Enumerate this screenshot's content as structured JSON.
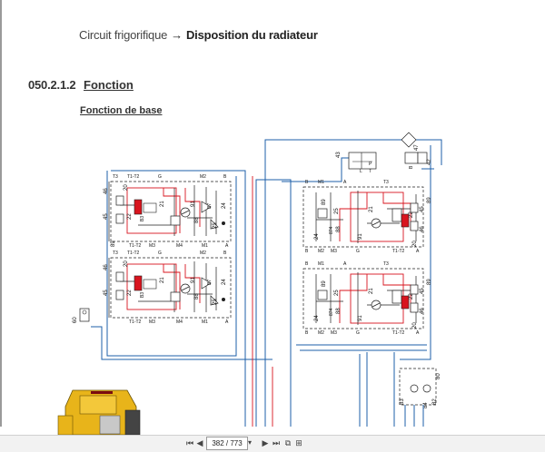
{
  "header": {
    "breadcrumb_parent": "Circuit frigorifique",
    "arrow": "→",
    "breadcrumb_current": "Disposition du radiateur"
  },
  "section": {
    "number": "050.2.1.2",
    "title": "Fonction"
  },
  "subsection": {
    "title": "Fonction de base"
  },
  "diagram": {
    "left_valves": [
      {
        "ports_top": [
          "T3",
          "T1-T2",
          "G",
          "M2",
          "B"
        ],
        "ports_bottom": [
          "T1-T2",
          "M3",
          "M4",
          "M1",
          "A"
        ],
        "numbers": [
          "20",
          "46",
          "45",
          "22",
          "21",
          "91",
          "88",
          "25",
          "24",
          "87",
          "89"
        ],
        "codes": [
          "B3",
          "Y1",
          "Y1-Y2"
        ],
        "side_label": "89"
      },
      {
        "ports_top": [
          "T3",
          "G",
          "M2",
          "B"
        ],
        "ports_bottom": [
          "T1-T2",
          "M3",
          "M4",
          "M1",
          "A"
        ],
        "numbers": [
          "20",
          "46",
          "45",
          "22",
          "21",
          "91",
          "88",
          "25",
          "24",
          "87",
          "89"
        ],
        "codes": [
          "B3",
          "Y1",
          "Y1-Y2"
        ]
      }
    ],
    "right_valves": [
      {
        "ports_top": [
          "B",
          "M1",
          "A",
          "T3"
        ],
        "ports_bottom": [
          "B",
          "M2",
          "M3",
          "G",
          "T1-T2",
          "A"
        ],
        "numbers": [
          "89",
          "25",
          "87",
          "88",
          "21",
          "22",
          "45",
          "46",
          "24",
          "91",
          "20"
        ],
        "codes": [
          "Y1",
          "Y2"
        ]
      },
      {
        "ports_top": [
          "B",
          "M1",
          "A",
          "T3"
        ],
        "ports_bottom": [
          "B",
          "M2",
          "M3",
          "G",
          "T1-T2",
          "A"
        ],
        "numbers": [
          "89",
          "25",
          "87",
          "88",
          "21",
          "22",
          "45",
          "46",
          "24",
          "91",
          "20"
        ],
        "codes": [
          "Y1",
          "Y2"
        ]
      }
    ],
    "top_right_labels": [
      "43",
      "47",
      "42",
      "B",
      "L",
      "P",
      "T"
    ],
    "left_component": "60",
    "bottom_right_labels": [
      "80",
      "82",
      "83",
      "84"
    ]
  },
  "toolbar": {
    "first": "⏮",
    "prev": "◀",
    "page_text": "382 / 773",
    "dropdown": "▾",
    "next": "▶",
    "last": "⏭",
    "view1": "⧉",
    "view2": "⊞"
  },
  "colors": {
    "blue": "#1c5fa8",
    "red": "#d8141e",
    "black": "#202020",
    "machine": "#e8b41a"
  }
}
